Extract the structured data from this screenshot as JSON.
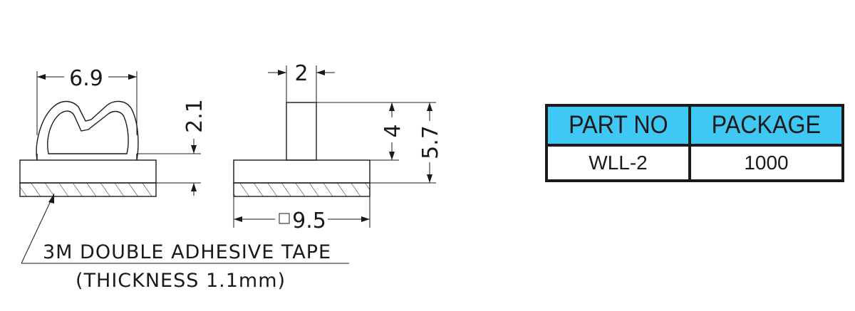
{
  "drawing": {
    "dimensions": {
      "clip_width": "6.9",
      "clip_height": "2.1",
      "post_width": "2",
      "post_height": "4",
      "total_height": "5.7",
      "base_size": "9.5",
      "base_size_symbol": "square"
    },
    "note": {
      "line1": "3M DOUBLE ADHESIVE TAPE",
      "line2": "(THICKNESS 1.1mm)"
    }
  },
  "table": {
    "headers": [
      "PART NO",
      "PACKAGE"
    ],
    "rows": [
      [
        "WLL-2",
        "1000"
      ]
    ],
    "header_color": "#3fc8f4"
  }
}
